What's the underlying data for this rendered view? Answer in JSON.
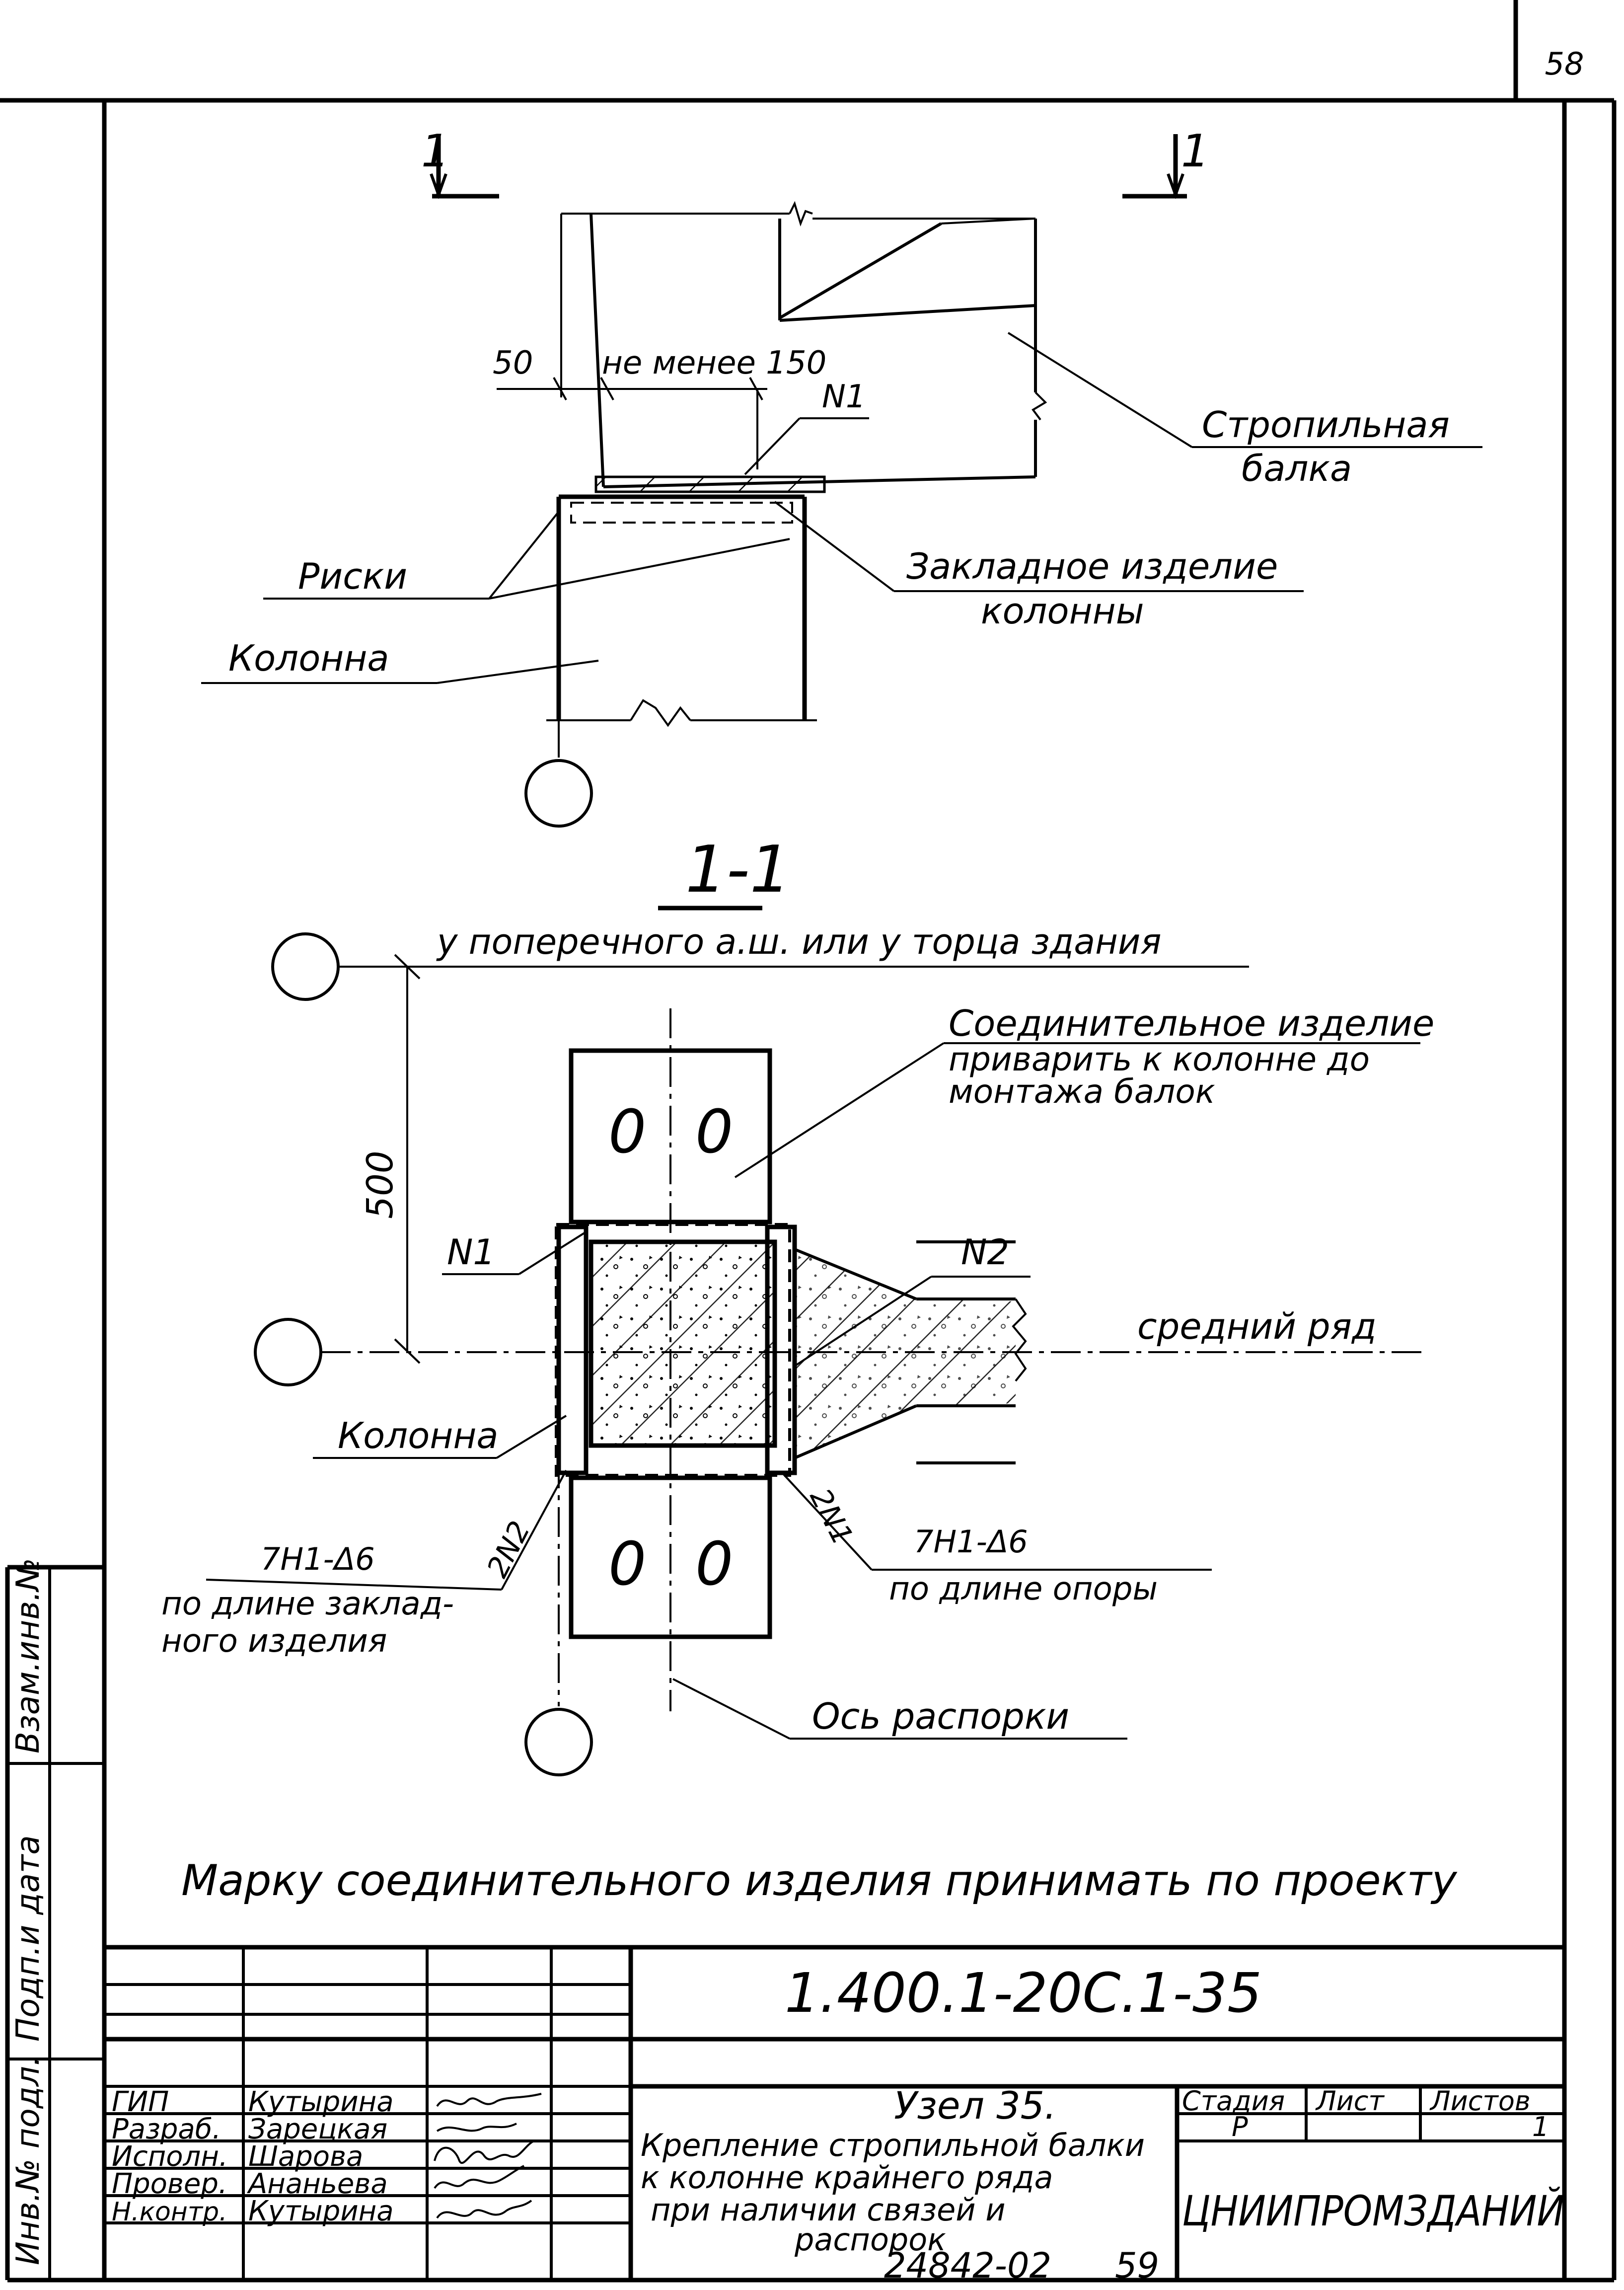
{
  "sheet": {
    "page_number": "58",
    "doc_number": "24842-02",
    "doc_page": "59"
  },
  "detail_view": {
    "section_mark_left": "1",
    "section_mark_right": "1",
    "dim_50": "50",
    "dim_min150": "не менее 150",
    "n1_label": "N1",
    "beam_label_1": "Стропильная",
    "beam_label_2": "балка",
    "riski_label": "Риски",
    "embed_label_1": "Закладное изделие",
    "embed_label_2": "колонны",
    "column_label": "Колонна"
  },
  "section_view": {
    "title": "1-1",
    "axis_note": "у поперечного а.ш. или у торца здания",
    "connector_label_1": "Соединительное изделие",
    "connector_label_2": "приварить к колонне до",
    "connector_label_3": "монтажа балок",
    "dim_500": "500",
    "n1_label": "N1",
    "n2_label": "N2",
    "hole_glyph": "0",
    "middle_row_label": "средний ряд",
    "column_label": "Колонна",
    "weld_2n2": "2N2",
    "weld_2n1": "2N1",
    "weld_left_1": "7Н1-Δ6",
    "weld_left_2": "по длине заклад-",
    "weld_left_3": "ного изделия",
    "weld_right_1": "7Н1-Δ6",
    "weld_right_2": "по длине опоры",
    "strut_axis_label": "Ось распорки"
  },
  "note": "Марку соединительного изделия принимать по проекту",
  "side_stamp": {
    "inv_podl": "Инв.№ подл.",
    "podp_data": "Подп.и дата",
    "vzam_inv": "Взам.инв.№"
  },
  "title_block": {
    "code": "1.400.1-20С.1-35",
    "roles": [
      "ГИП",
      "Разраб.",
      "Исполн.",
      "Провер.",
      "Н.контр."
    ],
    "names": [
      "Кутырина",
      "Зарецкая",
      "Шарова",
      "Ананьева",
      "Кутырина"
    ],
    "title_line_1": "Узел 35.",
    "title_line_2": "Крепление стропильной балки",
    "title_line_3": "к колонне крайнего ряда",
    "title_line_4": "при наличии связей и",
    "title_line_5": "распорок",
    "stage_header": "Стадия",
    "sheet_header": "Лист",
    "sheets_header": "Листов",
    "stage_value": "Р",
    "sheet_value": "",
    "sheets_value": "1",
    "organization": "ЦНИИПРОМЗДАНИЙ"
  }
}
